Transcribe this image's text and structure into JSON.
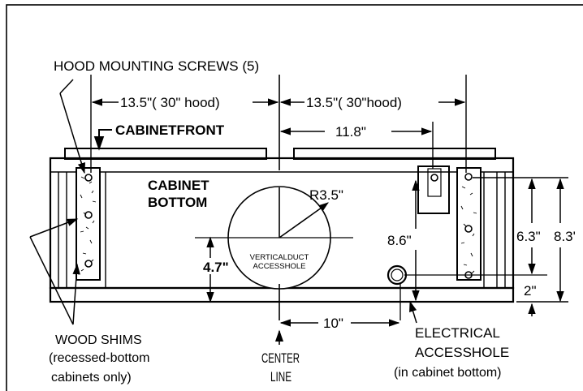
{
  "diagram": {
    "hood_mounting_screws": "HOOD MOUNTING SCREWS (5)",
    "dim_left_half": "13.5\"( 30\" hood)",
    "dim_right_half": "13.5\"( 30\"hood)",
    "cabinet_front": "CABINETFRONT",
    "dim_11_8": "11.8\"",
    "cabinet_bottom_line1": "CABINET",
    "cabinet_bottom_line2": "BOTTOM",
    "radius": "R3.5\"",
    "duct_line1": "VERTICALDUCT",
    "duct_line2": "ACCESSHOLE",
    "dim_4_7": "4.7\"",
    "dim_8_6": "8.6\"",
    "dim_6_3": "6.3\"",
    "dim_8_3": "8.3'",
    "dim_2": "2\"",
    "dim_10": "10\"",
    "wood_shims_line1": "WOOD SHIMS",
    "wood_shims_line2": "(recessed-bottom",
    "wood_shims_line3": "cabinets only)",
    "center_line1": "CENTER",
    "center_line2": "LINE",
    "electrical_line1": "ELECTRICAL",
    "electrical_line2": "ACCESSHOLE",
    "electrical_line3": "(in cabinet bottom)"
  }
}
